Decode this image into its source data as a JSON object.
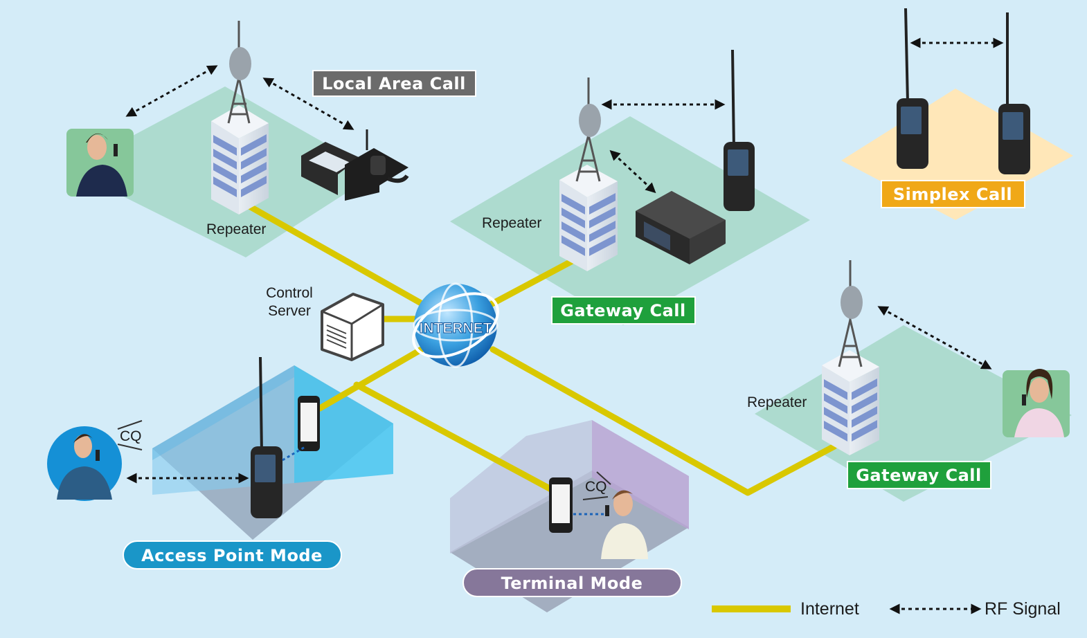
{
  "labels": {
    "local_area_call": "Local Area Call",
    "gateway_call_top": "Gateway Call",
    "gateway_call_right": "Gateway Call",
    "simplex_call": "Simplex Call",
    "access_point_mode": "Access Point Mode",
    "terminal_mode": "Terminal Mode",
    "repeater_left": "Repeater",
    "repeater_center": "Repeater",
    "repeater_right": "Repeater",
    "control_server_line1": "Control",
    "control_server_line2": "Server",
    "internet_globe": "INTERNET",
    "cq_left": "CQ",
    "cq_right": "CQ"
  },
  "legend": {
    "internet": "Internet",
    "rf_signal": "RF Signal"
  },
  "colors": {
    "background": "#d4ecf8",
    "internet_line": "#d9c800",
    "local_area_tag": "#6b6b6b",
    "gateway_tag": "#1fa03c",
    "simplex_tag": "#f0a818",
    "access_point_tag": "#1a96c8",
    "terminal_tag": "#86779a",
    "zone_green": "#a6d8c8",
    "zone_yellow": "#ffe7b8"
  }
}
